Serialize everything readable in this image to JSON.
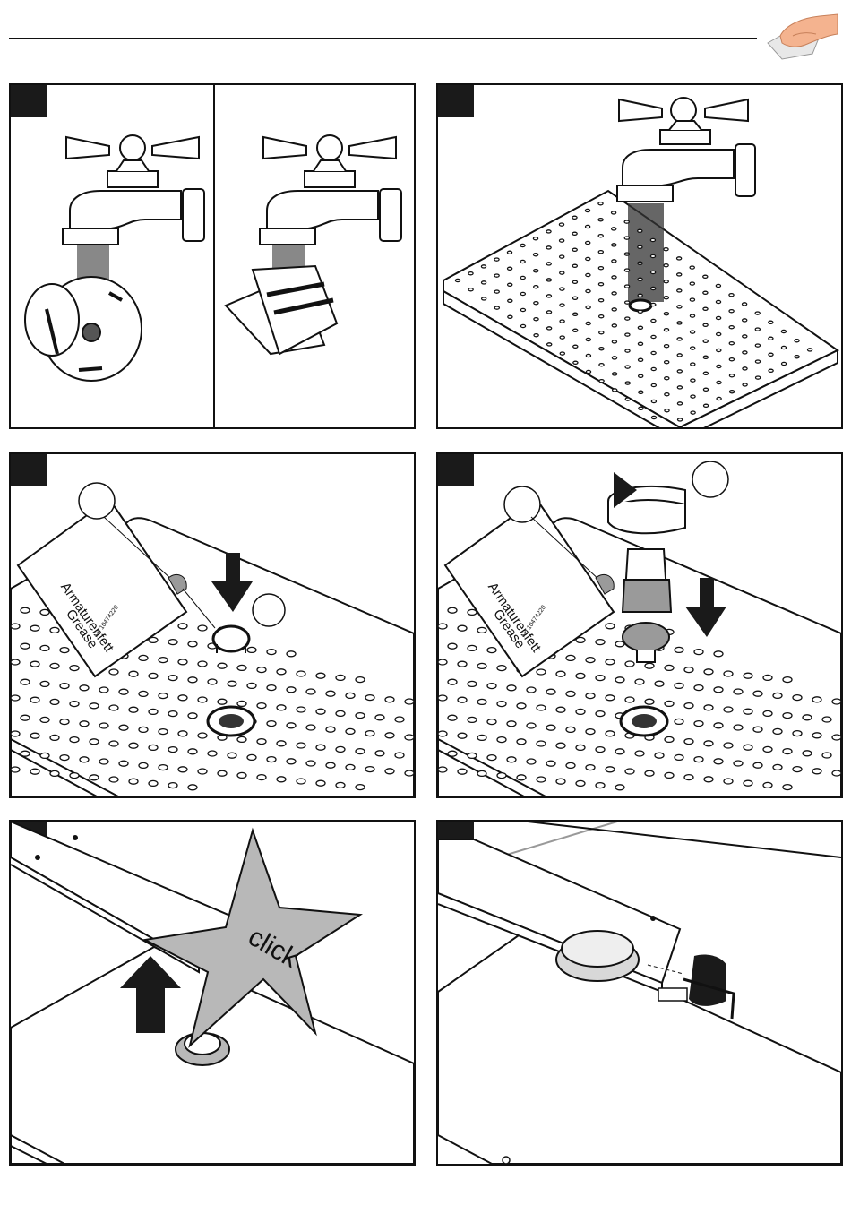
{
  "panels": [
    {
      "id": "p1",
      "step": ""
    },
    {
      "id": "p2",
      "step": ""
    },
    {
      "id": "p3",
      "step": "",
      "card_line1": "Armaturenfett",
      "card_line2": "Grease",
      "card_part": "Nr. 10474220"
    },
    {
      "id": "p4",
      "step": "",
      "card_line1": "Armaturenfett",
      "card_line2": "Grease",
      "card_part": "Nr. 10474220"
    },
    {
      "id": "p5",
      "step": "",
      "click": "click"
    },
    {
      "id": "p6",
      "step": ""
    }
  ],
  "colors": {
    "ink": "#111111",
    "grey": "#9a9a9a",
    "light": "#d8d8d8",
    "skin": "#f4b38f"
  }
}
